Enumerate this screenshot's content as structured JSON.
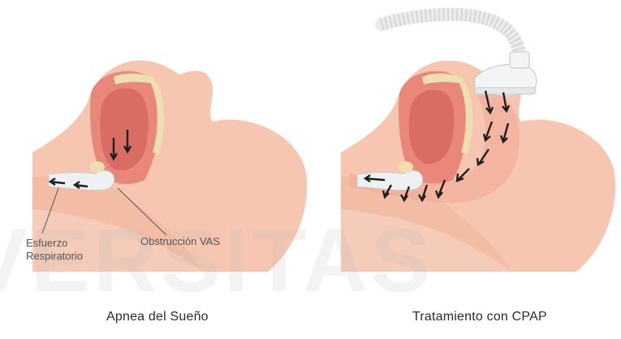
{
  "panels": [
    {
      "caption": "Apnea del Sueño"
    },
    {
      "caption": "Tratamiento con CPAP"
    }
  ],
  "labels": {
    "respiratory_effort": [
      "Esfuerzo",
      "Respiratorio"
    ],
    "obstruction": "Obstrucción VAS"
  },
  "watermark": "VERSITAS",
  "colors": {
    "skin": "#f6c6b0",
    "skin_shadow": "#eeae96",
    "airway": "#e9877a",
    "cartilage": "#efdfb0",
    "tube": "#eef0f1",
    "arrow": "#1f1f1f"
  }
}
